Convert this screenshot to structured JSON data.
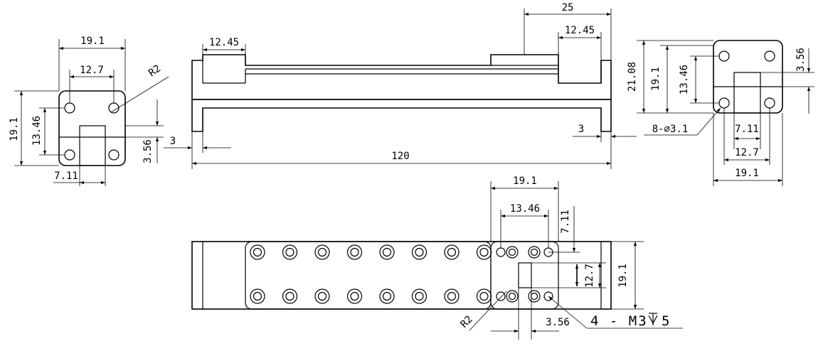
{
  "left_view": {
    "width_label": "19.1",
    "hole_spacing_label": "12.7",
    "radius_label": "R2",
    "height_label": "19.1",
    "hole_vspacing_label": "13.46",
    "offset_label": "3.56",
    "slot_label": "7.11"
  },
  "front_view": {
    "flange_label_left": "12.45",
    "step_label": "25",
    "flange_label_right": "12.45",
    "end_label_left": "3",
    "end_label_right": "3",
    "length_label": "120"
  },
  "right_view": {
    "height_label": "21.08",
    "body_height_label": "19.1",
    "hole_vspacing_label": "13.46",
    "offset_label": "3.56",
    "holes_label": "8-∅3.1",
    "slot_label": "7.11",
    "hole_spacing_label": "12.7",
    "width_label": "19.1"
  },
  "top_view": {
    "width_label": "19.1",
    "hole_spacing_label": "13.46",
    "slot_label": "7.11",
    "slot_height_label": "12.7",
    "height_label": "19.1",
    "radius_label": "R2",
    "offset_label": "3.56",
    "thread_label": "4 - M3",
    "depth_label": "5",
    "holes_per_row": 8
  }
}
